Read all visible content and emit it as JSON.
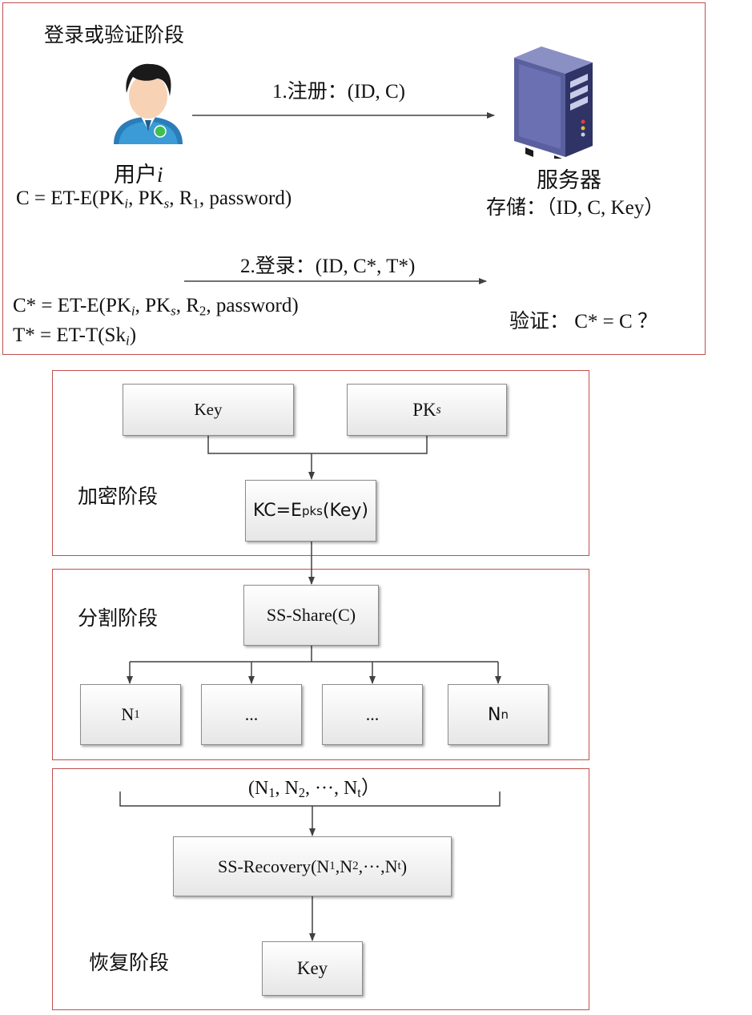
{
  "login": {
    "title": "登录或验证阶段",
    "user_label": "用户",
    "user_var": "i",
    "c_formula": {
      "p1": "C = ET-E(PK",
      "s1": "i",
      "p2": ", PK",
      "s2": "s",
      "p3": ", R",
      "s3": "1",
      "p4": ", password)"
    },
    "register_label": "1.注册：(ID, C)",
    "server_label": "服务器",
    "server_store": "存储：（ID, C, Key）",
    "login_label": "2.登录：(ID, C*, T*)",
    "cstar_formula": {
      "p1": "C* = ET-E(PK",
      "s1": "i",
      "p2": ", PK",
      "s2": "s",
      "p3": ", R",
      "s3": "2",
      "p4": ", password)"
    },
    "tstar_formula": {
      "p1": "T* = ET-T(Sk",
      "s1": "i",
      "p2": ")"
    },
    "verify_label": "验证：  C* = C ？"
  },
  "encrypt": {
    "title": "加密阶段",
    "key_box": "Key",
    "pks_main": "PK",
    "pks_sub": "s",
    "kc_main": "KC=E",
    "kc_sub": "pks",
    "kc_tail": "(Key)"
  },
  "split": {
    "title": "分割阶段",
    "share_box": "SS-Share(C)",
    "nodes": [
      {
        "main": "N",
        "sub": "1"
      },
      {
        "main": "...",
        "sub": ""
      },
      {
        "main": "...",
        "sub": ""
      },
      {
        "main": "N",
        "sub": "n"
      }
    ]
  },
  "recover": {
    "title": "恢复阶段",
    "tuple": {
      "p1": "(N",
      "s1": "1",
      "p2": ", N",
      "s2": "2",
      "p3": ", ···, N",
      "s3": "t",
      "p4": "）"
    },
    "recovery_box": {
      "p1": "SS-Recovery(N",
      "s1": "1",
      "p2": ",N",
      "s2": "2",
      "p3": ",···,N",
      "s3": "t",
      "p4": ")"
    },
    "key_box": "Key"
  },
  "colors": {
    "panel_border": "#c0504d",
    "arrow": "#404040",
    "server_body": "#4a4f8c"
  }
}
